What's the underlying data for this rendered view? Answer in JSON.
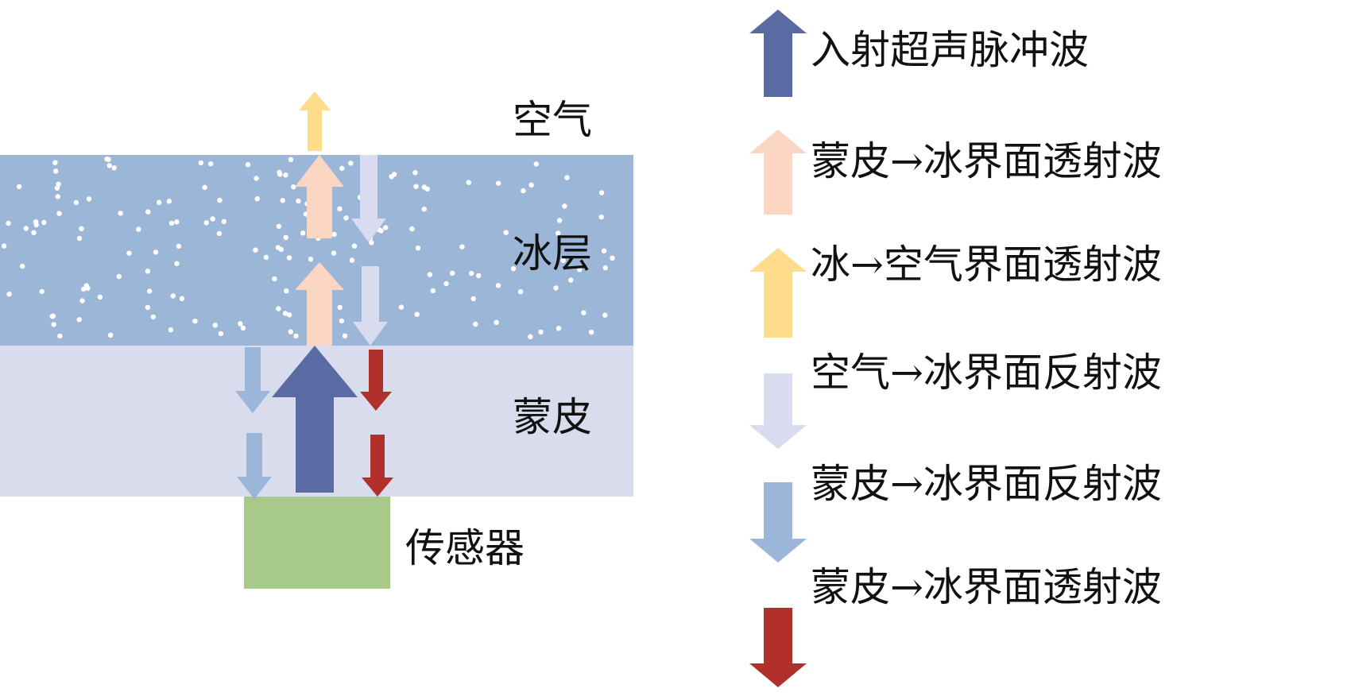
{
  "layers": {
    "air": "空气",
    "ice": "冰层",
    "skin": "蒙皮",
    "sensor": "传感器"
  },
  "legend": [
    {
      "label": "入射超声脉冲波",
      "direction": "up",
      "color": "#5a6ba3",
      "icon": "arrow-up-icon"
    },
    {
      "label": "蒙皮→冰界面透射波",
      "direction": "up",
      "color": "#fbd6c3",
      "icon": "arrow-up-icon"
    },
    {
      "label": "冰→空气界面透射波",
      "direction": "up",
      "color": "#fddc8c",
      "icon": "arrow-up-icon"
    },
    {
      "label": "空气→冰界面反射波",
      "direction": "down",
      "color": "#d8dcee",
      "icon": "arrow-down-icon"
    },
    {
      "label": "蒙皮→冰界面反射波",
      "direction": "down",
      "color": "#9cb6d9",
      "icon": "arrow-down-icon"
    },
    {
      "label": "蒙皮→冰界面透射波",
      "direction": "down",
      "color": "#b1302c",
      "icon": "arrow-down-icon"
    }
  ],
  "colors": {
    "ice": "#9cb6d8",
    "skin": "#d8dcec",
    "sensor": "#a7c98a",
    "bubble": "#ffffff"
  }
}
